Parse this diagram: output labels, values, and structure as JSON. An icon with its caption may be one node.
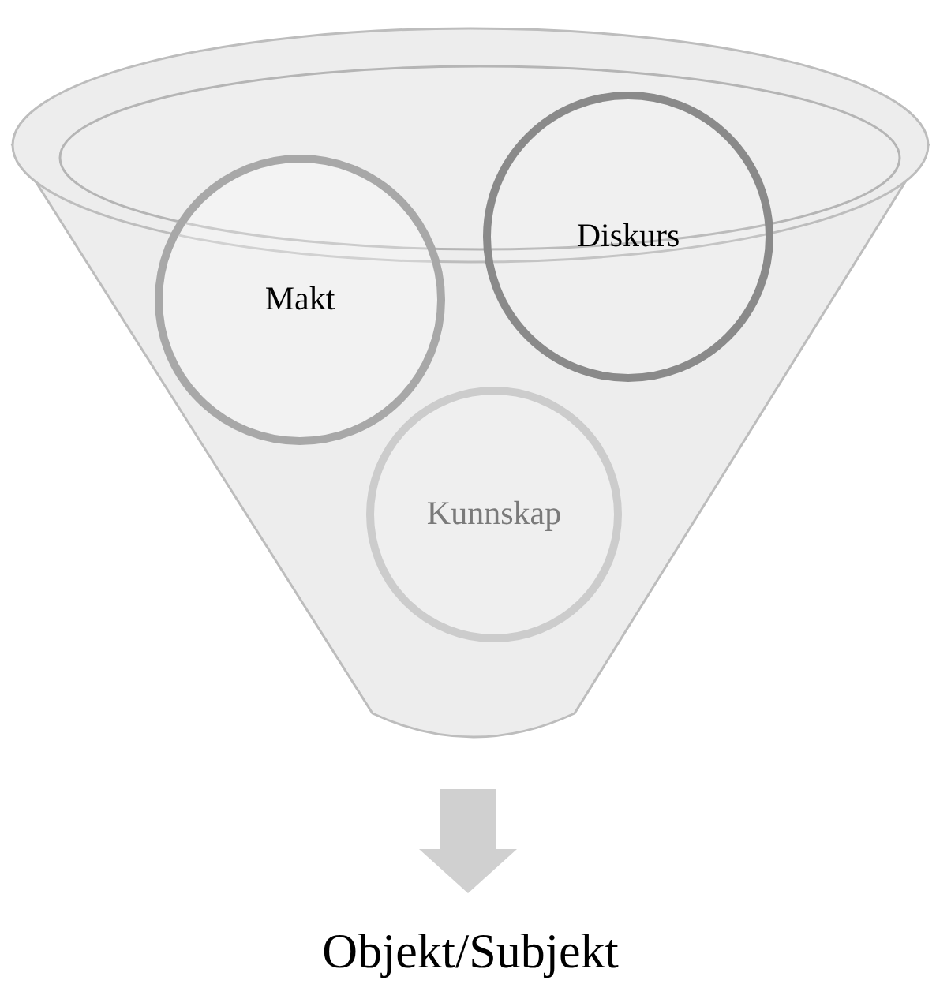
{
  "diagram": {
    "nodes": [
      {
        "text": [],
        "shape": "funnel"
      },
      {
        "text": [
          "Makt"
        ],
        "in": 0
      },
      {
        "text": [
          "Diskurs"
        ]
      },
      {
        "text": [
          "Kunnskap"
        ],
        "in": 0
      },
      {
        "text": [
          "Objekt/Subjekt"
        ]
      }
    ],
    "edges": [
      {
        "from": 0,
        "to": 4,
        "arrow": "to"
      }
    ]
  }
}
